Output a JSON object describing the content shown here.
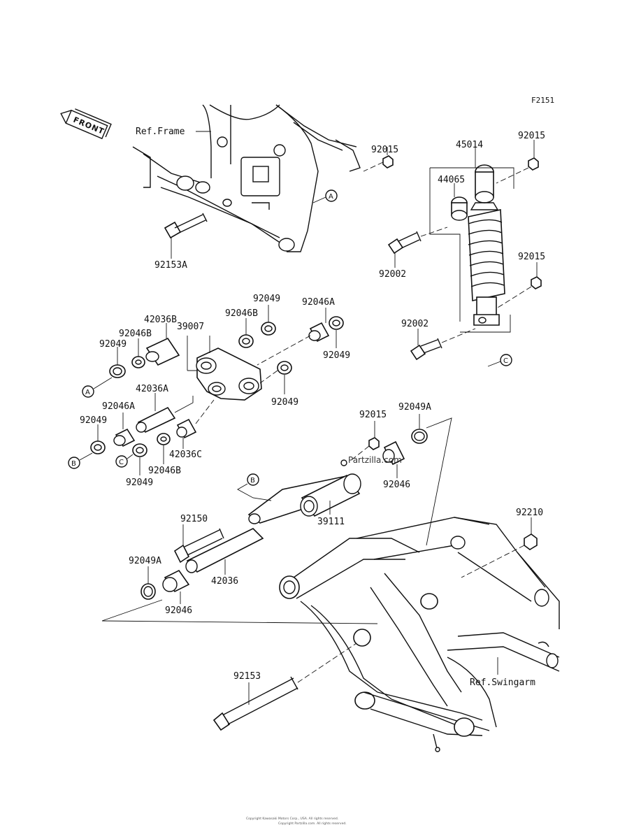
{
  "figure_code": "F2151",
  "front_label": "FRONT",
  "refs": {
    "frame": "Ref.Frame",
    "swingarm": "Ref.Swingarm"
  },
  "callouts": {
    "a": "A",
    "b": "B",
    "c": "C"
  },
  "watermark": "Partzilla.com",
  "copyright_lines": [
    "Copyright Kawasaki Motors Corp., USA. All rights reserved.",
    "Copyright Partzilla.com. All rights reserved."
  ],
  "part_numbers": {
    "p92015_top": "92015",
    "p92153A": "92153A",
    "p45014": "45014",
    "p92015_shock_top": "92015",
    "p44065": "44065",
    "p92002_top": "92002",
    "p92015_shock_low": "92015",
    "p92002_low": "92002",
    "p92049_top": "92049",
    "p92046A_top": "92046A",
    "p42036B": "42036B",
    "p92046B_mid": "92046B",
    "p92046B_left": "92046B",
    "p39007": "39007",
    "p92049_left_A": "92049",
    "p92049_right": "92049",
    "p92049_center": "92049",
    "p42036A": "42036A",
    "p92046A_left": "92046A",
    "p92049_left_B": "92049",
    "p42036C": "42036C",
    "p92046B_low": "92046B",
    "p92049_C": "92049",
    "p92015_mid": "92015",
    "p92049A_top": "92049A",
    "p92046_mid": "92046",
    "p39111": "39111",
    "p92150": "92150",
    "p92049A_low": "92049A",
    "p42036": "42036",
    "p92046_low": "92046",
    "p92210": "92210",
    "p92153": "92153"
  }
}
